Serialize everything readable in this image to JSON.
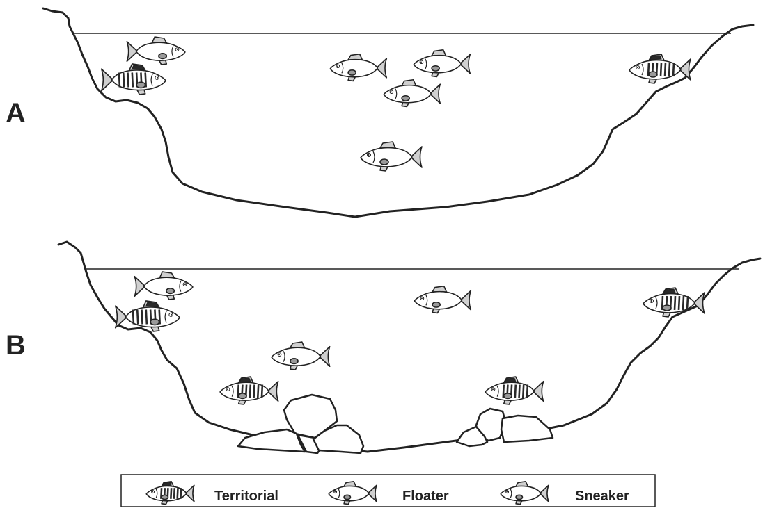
{
  "panels": {
    "a": {
      "label": "A",
      "fish": [
        {
          "type": "floater",
          "flip": false
        },
        {
          "type": "territorial",
          "flip": false
        },
        {
          "type": "sneaker",
          "flip": true
        },
        {
          "type": "sneaker",
          "flip": true
        },
        {
          "type": "sneaker",
          "flip": true
        },
        {
          "type": "floater",
          "flip": true
        },
        {
          "type": "territorial",
          "flip": true
        }
      ]
    },
    "b": {
      "label": "B",
      "fish": [
        {
          "type": "floater",
          "flip": false
        },
        {
          "type": "territorial",
          "flip": false
        },
        {
          "type": "sneaker",
          "flip": true
        },
        {
          "type": "sneaker",
          "flip": true
        },
        {
          "type": "territorial",
          "flip": true
        },
        {
          "type": "territorial",
          "flip": true
        },
        {
          "type": "territorial",
          "flip": true
        }
      ]
    }
  },
  "legend": {
    "items": [
      {
        "type": "territorial",
        "label": "Territorial"
      },
      {
        "type": "floater",
        "label": "Floater"
      },
      {
        "type": "sneaker",
        "label": "Sneaker"
      }
    ]
  },
  "colors": {
    "outline": "#222222",
    "fish_body": "#ffffff",
    "fin_fill": "#d0d0d0",
    "spot_fill": "#9a9a9a",
    "stripe": "#2a2a2a"
  }
}
